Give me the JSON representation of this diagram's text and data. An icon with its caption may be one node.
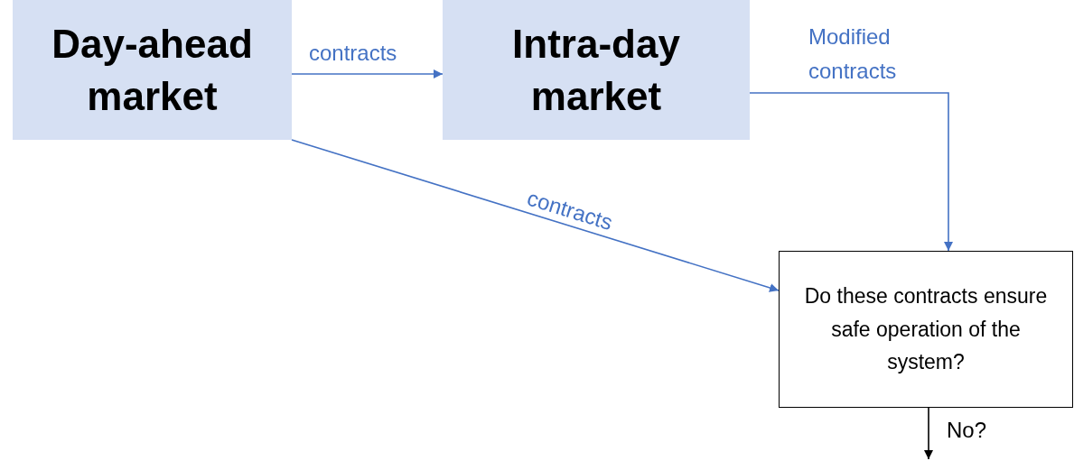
{
  "diagram": {
    "nodes": [
      {
        "text": [
          "Day-ahead market"
        ]
      },
      {
        "text": [
          "Intra-day market"
        ]
      },
      {
        "text": [
          "Do these contracts ensure safe operation of the system?"
        ]
      }
    ],
    "edges": [
      {
        "from": 0,
        "to": 1,
        "arrow": "to",
        "label": "contracts"
      },
      {
        "from": 1,
        "to": 2,
        "arrow": "to",
        "label": "Modified contracts"
      },
      {
        "from": 0,
        "to": 2,
        "arrow": "to",
        "label": "contracts"
      },
      {
        "from": 2,
        "to": null,
        "arrow": "to",
        "label": "No?",
        "color": "#000000"
      }
    ]
  }
}
